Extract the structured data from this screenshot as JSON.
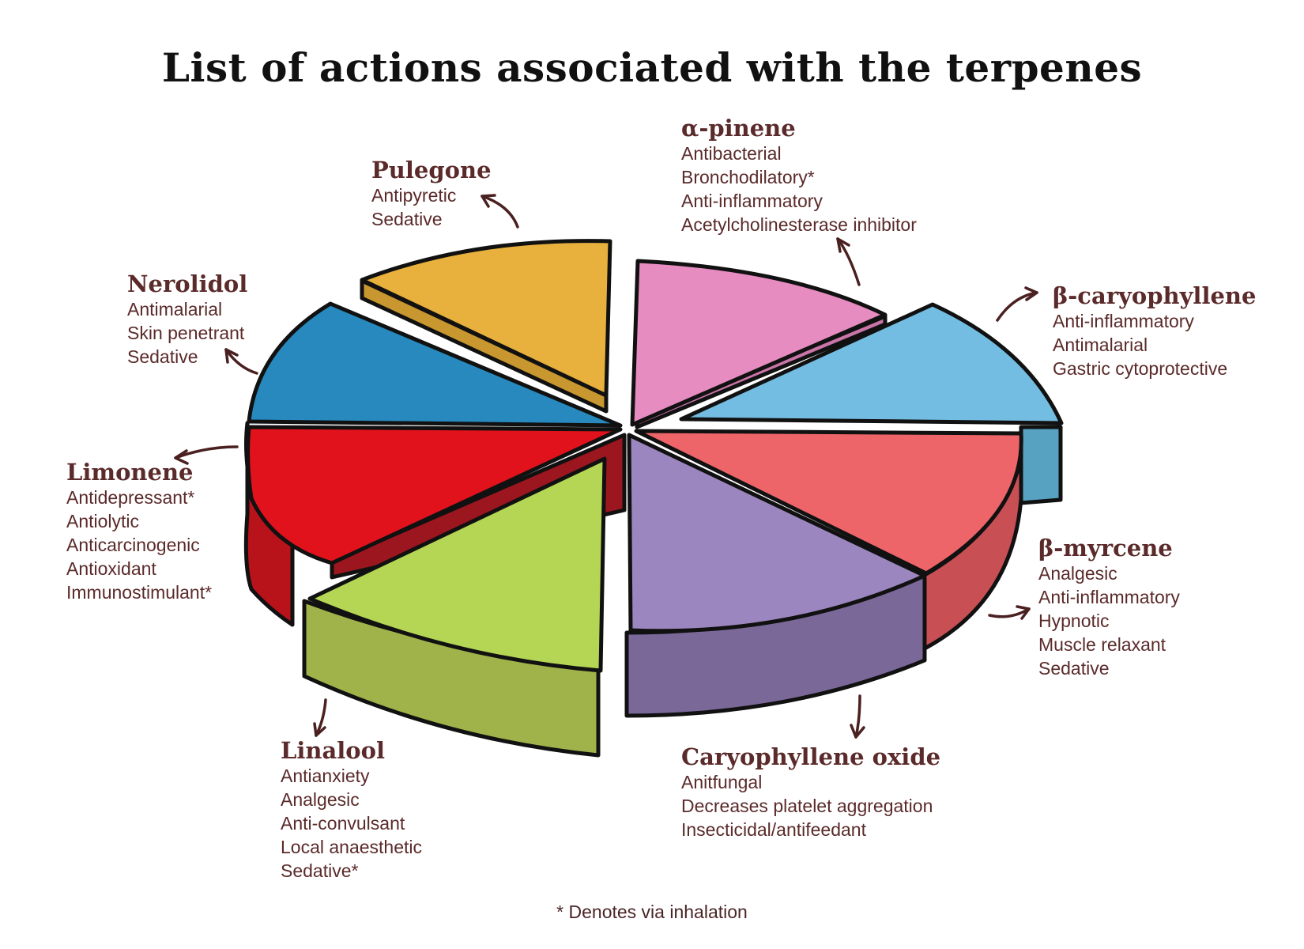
{
  "title": "List of actions associated with the terpenes",
  "footnote": "* Denotes via inhalation",
  "terpenes": {
    "a_pinene": {
      "name": "α-pinene",
      "color": "#e78cc1",
      "actions": [
        "Antibacterial",
        "Bronchodilatory*",
        "Anti-inflammatory",
        "Acetylcholinesterase inhibitor"
      ]
    },
    "b_caryophyllene": {
      "name": "β-caryophyllene",
      "color": "#74bde2",
      "actions": [
        "Anti-inflammatory",
        "Antimalarial",
        "Gastric cytoprotective"
      ]
    },
    "b_myrcene": {
      "name": "β-myrcene",
      "color": "#ee6569",
      "actions": [
        "Analgesic",
        "Anti-inflammatory",
        "Hypnotic",
        "Muscle relaxant",
        "Sedative"
      ]
    },
    "caryophyllene_oxide": {
      "name": "Caryophyllene oxide",
      "color": "#9c86bf",
      "actions": [
        "Anitfungal",
        "Decreases platelet aggregation",
        "Insecticidal/antifeedant"
      ]
    },
    "linalool": {
      "name": "Linalool",
      "color": "#b5d655",
      "actions": [
        "Antianxiety",
        "Analgesic",
        "Anti-convulsant",
        "Local anaesthetic",
        "Sedative*"
      ]
    },
    "limonene": {
      "name": "Limonene",
      "color": "#e1121c",
      "actions": [
        "Antidepressant*",
        "Antiolytic",
        "Anticarcinogenic",
        "Antioxidant",
        "Immunostimulant*"
      ]
    },
    "nerolidol": {
      "name": "Nerolidol",
      "color": "#2789bd",
      "actions": [
        "Antimalarial",
        "Skin penetrant",
        "Sedative"
      ]
    },
    "pulegone": {
      "name": "Pulegone",
      "color": "#e8b03d",
      "actions": [
        "Antipyretic",
        "Sedative"
      ]
    }
  }
}
